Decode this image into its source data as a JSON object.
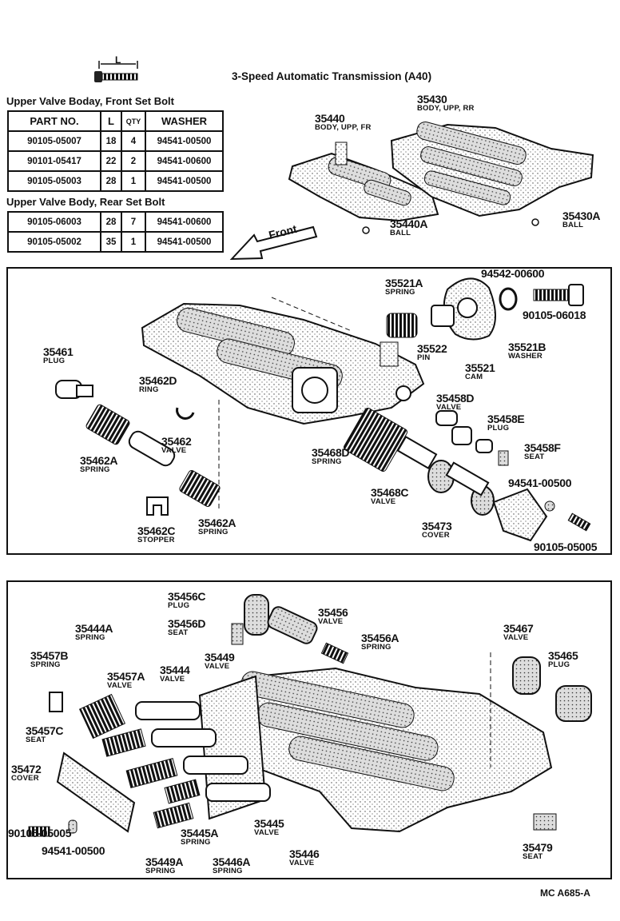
{
  "dim_label": "L",
  "title": "3-Speed Automatic Transmission (A40)",
  "front_table": {
    "caption": "Upper Valve Boday, Front Set Bolt",
    "headers": [
      "PART NO.",
      "L",
      "QTY",
      "WASHER"
    ],
    "rows": [
      [
        "90105-05007",
        "18",
        "4",
        "94541-00500"
      ],
      [
        "90101-05417",
        "22",
        "2",
        "94541-00600"
      ],
      [
        "90105-05003",
        "28",
        "1",
        "94541-00500"
      ]
    ]
  },
  "rear_table": {
    "caption": "Upper Valve Body, Rear Set Bolt",
    "rows": [
      [
        "90105-06003",
        "28",
        "7",
        "94541-00600"
      ],
      [
        "90105-05002",
        "35",
        "1",
        "94541-00500"
      ]
    ]
  },
  "front_arrow": "Front",
  "top_parts": [
    {
      "num": "35430",
      "sub": "BODY, UPP, RR"
    },
    {
      "num": "35440",
      "sub": "BODY, UPP, FR"
    },
    {
      "num": "35440A",
      "sub": "BALL"
    },
    {
      "num": "35430A",
      "sub": "BALL"
    }
  ],
  "mid_parts": [
    {
      "num": "35521A",
      "sub": "SPRING"
    },
    {
      "num": "94542-00600",
      "sub": ""
    },
    {
      "num": "90105-06018",
      "sub": ""
    },
    {
      "num": "35522",
      "sub": "PIN"
    },
    {
      "num": "35521B",
      "sub": "WASHER"
    },
    {
      "num": "35521",
      "sub": "CAM"
    },
    {
      "num": "35461",
      "sub": "PLUG"
    },
    {
      "num": "35462D",
      "sub": "RING"
    },
    {
      "num": "35458D",
      "sub": "VALVE"
    },
    {
      "num": "35458E",
      "sub": "PLUG"
    },
    {
      "num": "35462",
      "sub": "VALVE"
    },
    {
      "num": "35462A",
      "sub": "SPRING"
    },
    {
      "num": "35468D",
      "sub": "SPRING"
    },
    {
      "num": "35458F",
      "sub": "SEAT"
    },
    {
      "num": "94541-00500",
      "sub": ""
    },
    {
      "num": "35468C",
      "sub": "VALVE"
    },
    {
      "num": "35462C",
      "sub": "STOPPER"
    },
    {
      "num": "35462A",
      "sub": "SPRING"
    },
    {
      "num": "35473",
      "sub": "COVER"
    },
    {
      "num": "90105-05005",
      "sub": ""
    }
  ],
  "bot_parts": [
    {
      "num": "35456C",
      "sub": "PLUG"
    },
    {
      "num": "35456",
      "sub": "VALVE"
    },
    {
      "num": "35456D",
      "sub": "SEAT"
    },
    {
      "num": "35456A",
      "sub": "SPRING"
    },
    {
      "num": "35467",
      "sub": "VALVE"
    },
    {
      "num": "35444A",
      "sub": "SPRING"
    },
    {
      "num": "35457B",
      "sub": "SPRING"
    },
    {
      "num": "35449",
      "sub": "VALVE"
    },
    {
      "num": "35465",
      "sub": "PLUG"
    },
    {
      "num": "35457A",
      "sub": "VALVE"
    },
    {
      "num": "35444",
      "sub": "VALVE"
    },
    {
      "num": "35457C",
      "sub": "SEAT"
    },
    {
      "num": "35472",
      "sub": "COVER"
    },
    {
      "num": "90105-05005",
      "sub": ""
    },
    {
      "num": "35445A",
      "sub": "SPRING"
    },
    {
      "num": "35445",
      "sub": "VALVE"
    },
    {
      "num": "94541-00500",
      "sub": ""
    },
    {
      "num": "35449A",
      "sub": "SPRING"
    },
    {
      "num": "35446A",
      "sub": "SPRING"
    },
    {
      "num": "35446",
      "sub": "VALVE"
    },
    {
      "num": "35479",
      "sub": "SEAT"
    }
  ],
  "figure_code": "MC  A685-A"
}
